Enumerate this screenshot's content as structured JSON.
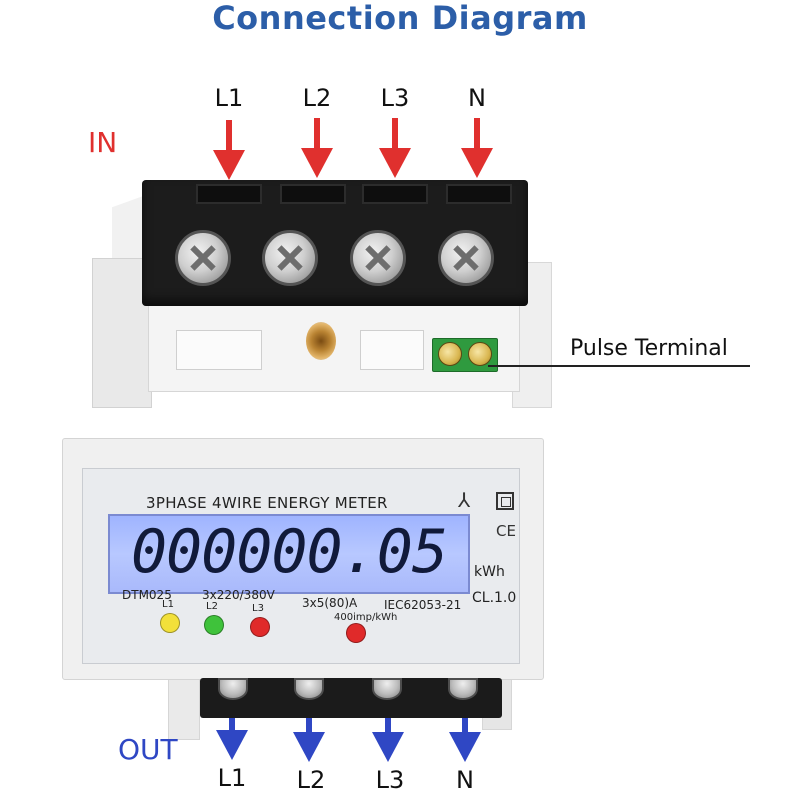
{
  "title": "Connection Diagram",
  "input": {
    "label": "IN",
    "color": "#e0302e",
    "phases": [
      "L1",
      "L2",
      "L3",
      "N"
    ]
  },
  "output": {
    "label": "OUT",
    "color": "#2f47c4",
    "phases": [
      "L1",
      "L2",
      "L3",
      "N"
    ]
  },
  "pulse_terminal": {
    "label": "Pulse Terminal"
  },
  "meter": {
    "name": "3PHASE 4WIRE ENERGY METER",
    "reading": "000000.05",
    "unit": "kWh",
    "accuracy_class": "CL.1.0",
    "model": "DTM025",
    "voltage": "3x220/380V",
    "current": "3x5(80)A",
    "standard": "IEC62053-21",
    "pulse_rate": "400imp/kWh",
    "ce_mark": "CE",
    "indicators": [
      {
        "label": "L1",
        "color": "#f2e03a"
      },
      {
        "label": "L2",
        "color": "#3fc23b"
      },
      {
        "label": "L3",
        "color": "#e02a2a"
      },
      {
        "label": "",
        "color": "#e02a2a"
      }
    ]
  },
  "icons": [
    "arrow-down-icon",
    "three-phase-symbol-icon",
    "double-insulation-icon",
    "ce-mark-icon",
    "screw-icon",
    "led-indicator-icon"
  ]
}
